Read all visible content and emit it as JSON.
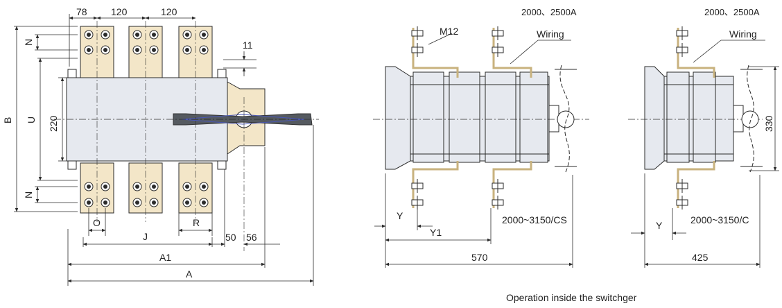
{
  "colors": {
    "line": "#2a2a2a",
    "body_fill": "#e6e9ef",
    "terminal_fill": "#f3e6c8",
    "bracket": "#c8b27e",
    "handle": "#555a60",
    "handle_outline": "#4a58b8"
  },
  "front_view": {
    "dims": {
      "pitch_a": "78",
      "pitch_b": "120",
      "pitch_c": "120",
      "gap": "11",
      "height_220": "220",
      "label_b": "B",
      "label_u": "U",
      "label_n_top": "N",
      "label_n_bottom": "N",
      "label_o": "O",
      "label_r": "R",
      "label_j": "J",
      "dim_50": "50",
      "dim_56": "56",
      "label_a1": "A1",
      "label_a": "A"
    }
  },
  "side_view_1": {
    "rating": "2000、2500A",
    "bolt": "M12",
    "wiring": "Wiring",
    "variant": "2000~3150/CS",
    "label_y": "Y",
    "label_y1": "Y1",
    "width": "570"
  },
  "side_view_2": {
    "rating": "2000、2500A",
    "wiring": "Wiring",
    "variant": "2000~3150/C",
    "label_y": "Y",
    "width": "425",
    "height": "330"
  },
  "caption": "Operation inside the switchger"
}
